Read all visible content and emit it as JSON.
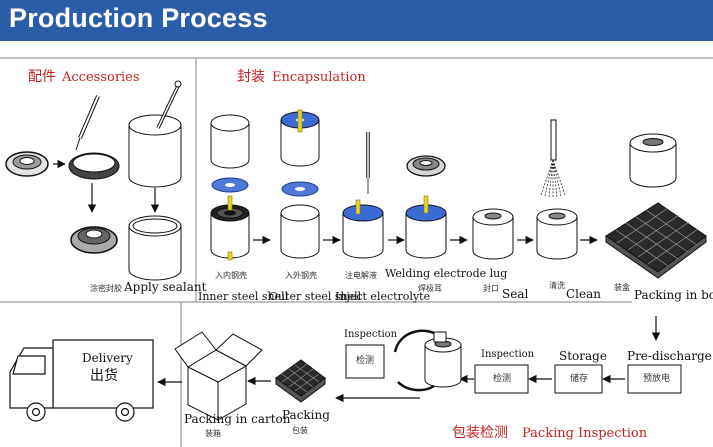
{
  "header": {
    "title": "Production Process",
    "bg_color": "#2a5da8",
    "text_color": "#ffffff"
  },
  "accent_red": "#c8201c",
  "sections": {
    "accessories": {
      "zh": "配件",
      "en": "Accessories"
    },
    "encapsulation": {
      "zh": "封装",
      "en": "Encapsulation"
    },
    "packing_inspection": {
      "zh": "包装检测",
      "en": "Packing Inspection"
    }
  },
  "steps": {
    "apply_sealant": {
      "zh": "涂密封胶",
      "en": "Apply sealant"
    },
    "inner_steel_shell": {
      "zh": "入内钢壳",
      "en": "Inner steel shell"
    },
    "outer_steel_shell": {
      "zh": "入外钢壳",
      "en": "Outer steel shell"
    },
    "inject_electrolyte": {
      "zh": "注电解液",
      "en": "Inject electrolyte"
    },
    "welding_lug": {
      "zh": "焊极耳",
      "en": "Welding electrode lug"
    },
    "seal": {
      "zh": "封口",
      "en": "Seal"
    },
    "clean": {
      "zh": "清洗",
      "en": "Clean"
    },
    "packing_in_box": {
      "zh": "装盒",
      "en": "Packing in box"
    },
    "pre_discharge": {
      "zh": "预放电",
      "en": "Pre-discharge"
    },
    "storage": {
      "zh": "储存",
      "en": "Storage"
    },
    "inspection_1": {
      "zh": "检测",
      "en": "Inspection"
    },
    "inspection_2": {
      "zh": "检测",
      "en": "Inspection"
    },
    "packing": {
      "zh": "包装",
      "en": "Packing"
    },
    "packing_in_carton": {
      "zh": "装箱",
      "en": "Packing in carton"
    },
    "delivery": {
      "zh": "出货",
      "en": "Delivery"
    }
  }
}
